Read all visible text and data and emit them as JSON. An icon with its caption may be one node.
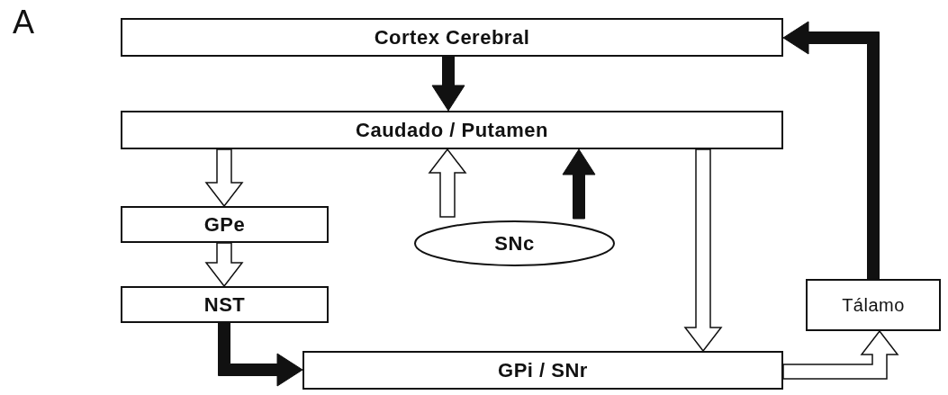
{
  "diagram": {
    "nodes": [
      {
        "text": [
          "Cortex Cerebral"
        ]
      },
      {
        "text": [
          "Caudado / Putamen"
        ]
      },
      {
        "text": [
          "GPe"
        ]
      },
      {
        "text": [
          "NST"
        ]
      },
      {
        "text": [
          "SNc"
        ]
      },
      {
        "text": [
          "GPi / SNr"
        ]
      },
      {
        "text": [
          "Tálamo"
        ]
      }
    ],
    "edges": [
      {
        "from": 0,
        "to": 1,
        "arrow": "to",
        "style": "thick"
      },
      {
        "from": 1,
        "to": 2,
        "arrow": "to"
      },
      {
        "from": 4,
        "to": 1,
        "arrow": "to"
      },
      {
        "from": 4,
        "to": 1,
        "arrow": "to",
        "style": "thick"
      },
      {
        "from": 1,
        "to": 5,
        "arrow": "to"
      },
      {
        "from": 2,
        "to": 3,
        "arrow": "to"
      },
      {
        "from": 3,
        "to": 5,
        "arrow": "to",
        "style": "thick"
      },
      {
        "from": 5,
        "to": 6,
        "arrow": "to"
      },
      {
        "from": 6,
        "to": 0,
        "arrow": "to",
        "style": "thick"
      }
    ],
    "labels": [
      "A"
    ]
  }
}
